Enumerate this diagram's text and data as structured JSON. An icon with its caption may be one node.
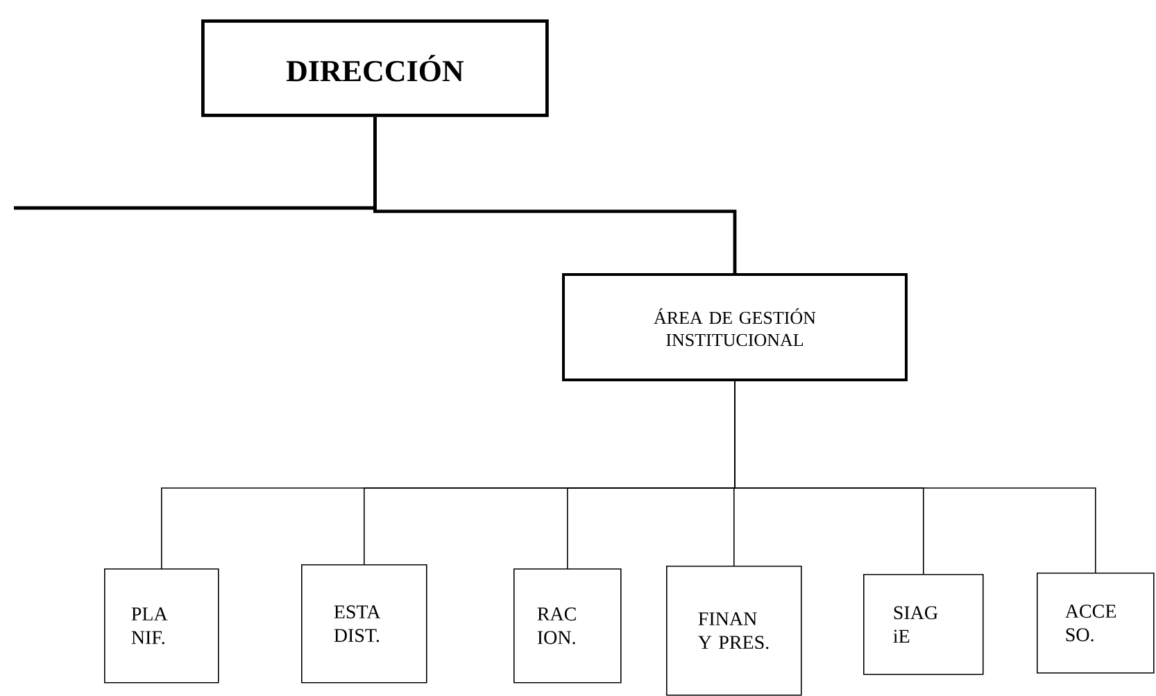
{
  "diagram": {
    "nodes": [
      {
        "text": [
          "DIRECCIÓN"
        ]
      },
      {
        "text": [
          "ÁREA DE GESTIÓN INSTITUCIONAL"
        ]
      },
      {
        "text": [
          "PLA NIF."
        ]
      },
      {
        "text": [
          "ESTA DIST."
        ]
      },
      {
        "text": [
          "RAC ION."
        ]
      },
      {
        "text": [
          "FINAN Y PRES."
        ]
      },
      {
        "text": [
          "SIAG iE"
        ]
      },
      {
        "text": [
          "ACCE SO."
        ]
      }
    ],
    "edges": [
      {
        "from": 0,
        "to": null,
        "arrow": "none",
        "style": "thick"
      },
      {
        "from": 0,
        "to": 1,
        "arrow": "none",
        "style": "thick"
      },
      {
        "from": 1,
        "to": 2,
        "arrow": "none"
      },
      {
        "from": 1,
        "to": 3,
        "arrow": "none"
      },
      {
        "from": 1,
        "to": 4,
        "arrow": "none"
      },
      {
        "from": 1,
        "to": 5,
        "arrow": "none"
      },
      {
        "from": 1,
        "to": 6,
        "arrow": "none"
      },
      {
        "from": 1,
        "to": 7,
        "arrow": "none"
      }
    ]
  }
}
